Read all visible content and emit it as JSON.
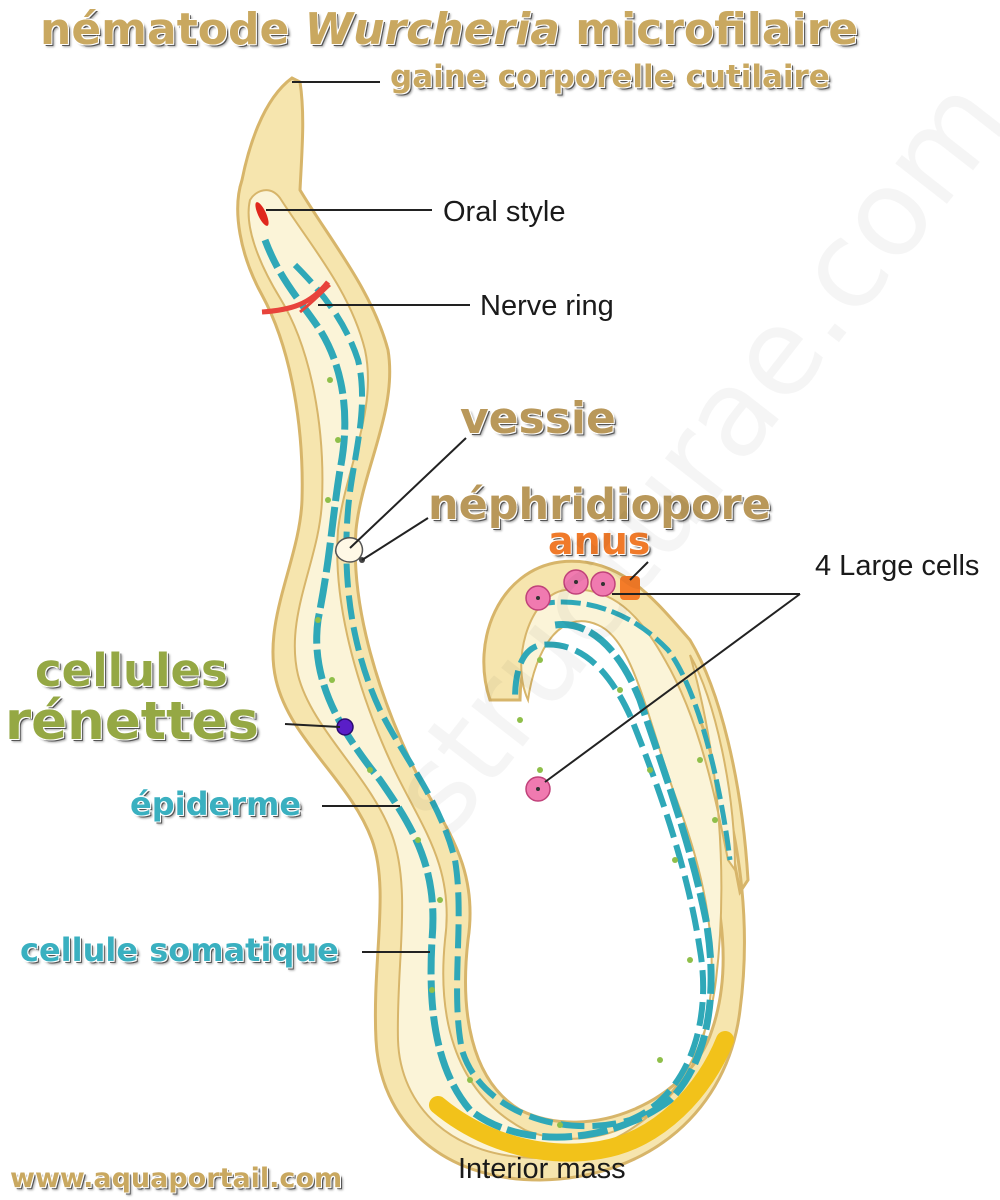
{
  "title": {
    "part1": "nématode ",
    "italic": "Wurcheria",
    "part2": " microfilaire"
  },
  "labels": {
    "gaine": "gaine corporelle cutilaire",
    "oral_style": "Oral style",
    "nerve_ring": "Nerve ring",
    "vessie": "vessie",
    "nephridiopore": "néphridiopore",
    "anus": "anus",
    "large_cells": "4 Large cells",
    "cellules": "cellules",
    "renettes": "rénettes",
    "epiderme": "épiderme",
    "cellule_somatique": "cellule somatique",
    "interior_mass": "Interior mass"
  },
  "website": "www.aquaportail.com",
  "watermark": "structurae.com",
  "colors": {
    "cuticle": "#f6e5ae",
    "cuticle_outline": "#d7b56a",
    "interior": "#fbf4d8",
    "epidermis": "#2fa8b8",
    "oral_style": "#e0261c",
    "nerve_ring": "#e8433b",
    "renette_cell": "#5a1ec8",
    "large_cell": "#f07ab0",
    "anus": "#f47b28",
    "interior_mass": "#f2c21a",
    "granules": "#8fbf4a"
  }
}
